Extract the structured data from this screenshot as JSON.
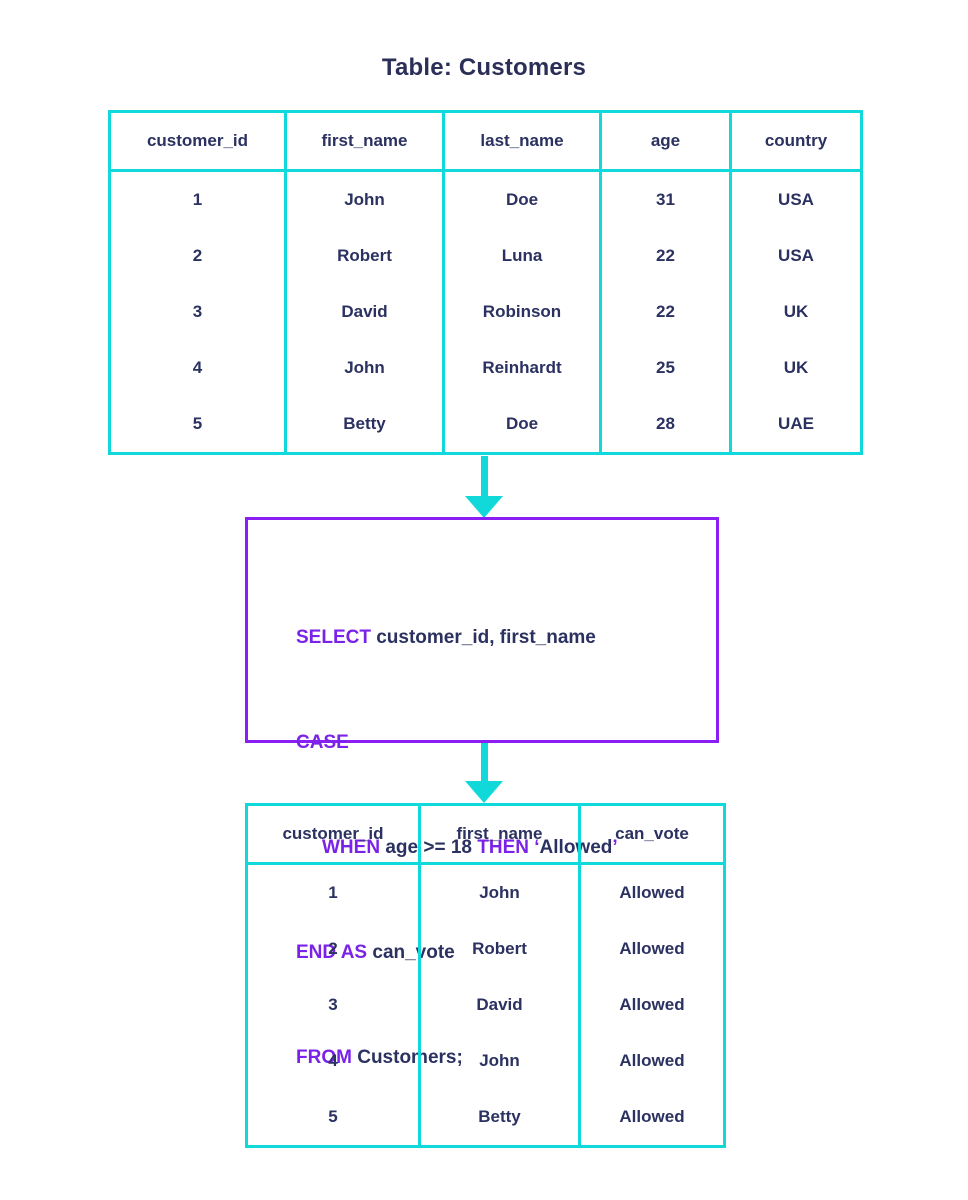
{
  "title": "Table: Customers",
  "colors": {
    "table_border": "#0fd9da",
    "arrow": "#11d9da",
    "code_border": "#8b1ef5",
    "keyword": "#7b22e8",
    "text": "#2b3160",
    "title": "#2b2f57"
  },
  "source_table": {
    "headers": [
      "customer_id",
      "first_name",
      "last_name",
      "age",
      "country"
    ],
    "rows": [
      [
        "1",
        "John",
        "Doe",
        "31",
        "USA"
      ],
      [
        "2",
        "Robert",
        "Luna",
        "22",
        "USA"
      ],
      [
        "3",
        "David",
        "Robinson",
        "22",
        "UK"
      ],
      [
        "4",
        "John",
        "Reinhardt",
        "25",
        "UK"
      ],
      [
        "5",
        "Betty",
        "Doe",
        "28",
        "UAE"
      ]
    ]
  },
  "query": {
    "line1": {
      "keyword": "SELECT",
      "rest": " customer_id, first_name"
    },
    "line2": {
      "keyword": "CASE",
      "rest": ""
    },
    "line3": {
      "keyword": "WHEN",
      "expr": " age >= 18 ",
      "keyword2": "THEN",
      "open_quote": " ‘",
      "literal": "Allowed",
      "close_quote": "’"
    },
    "line4": {
      "keyword": "END AS",
      "rest": " can_vote"
    },
    "line5": {
      "keyword": "FROM",
      "rest": " Customers;"
    }
  },
  "result_table": {
    "headers": [
      "customer_id",
      "first_name",
      "can_vote"
    ],
    "rows": [
      [
        "1",
        "John",
        "Allowed"
      ],
      [
        "2",
        "Robert",
        "Allowed"
      ],
      [
        "3",
        "David",
        "Allowed"
      ],
      [
        "4",
        "John",
        "Allowed"
      ],
      [
        "5",
        "Betty",
        "Allowed"
      ]
    ]
  }
}
